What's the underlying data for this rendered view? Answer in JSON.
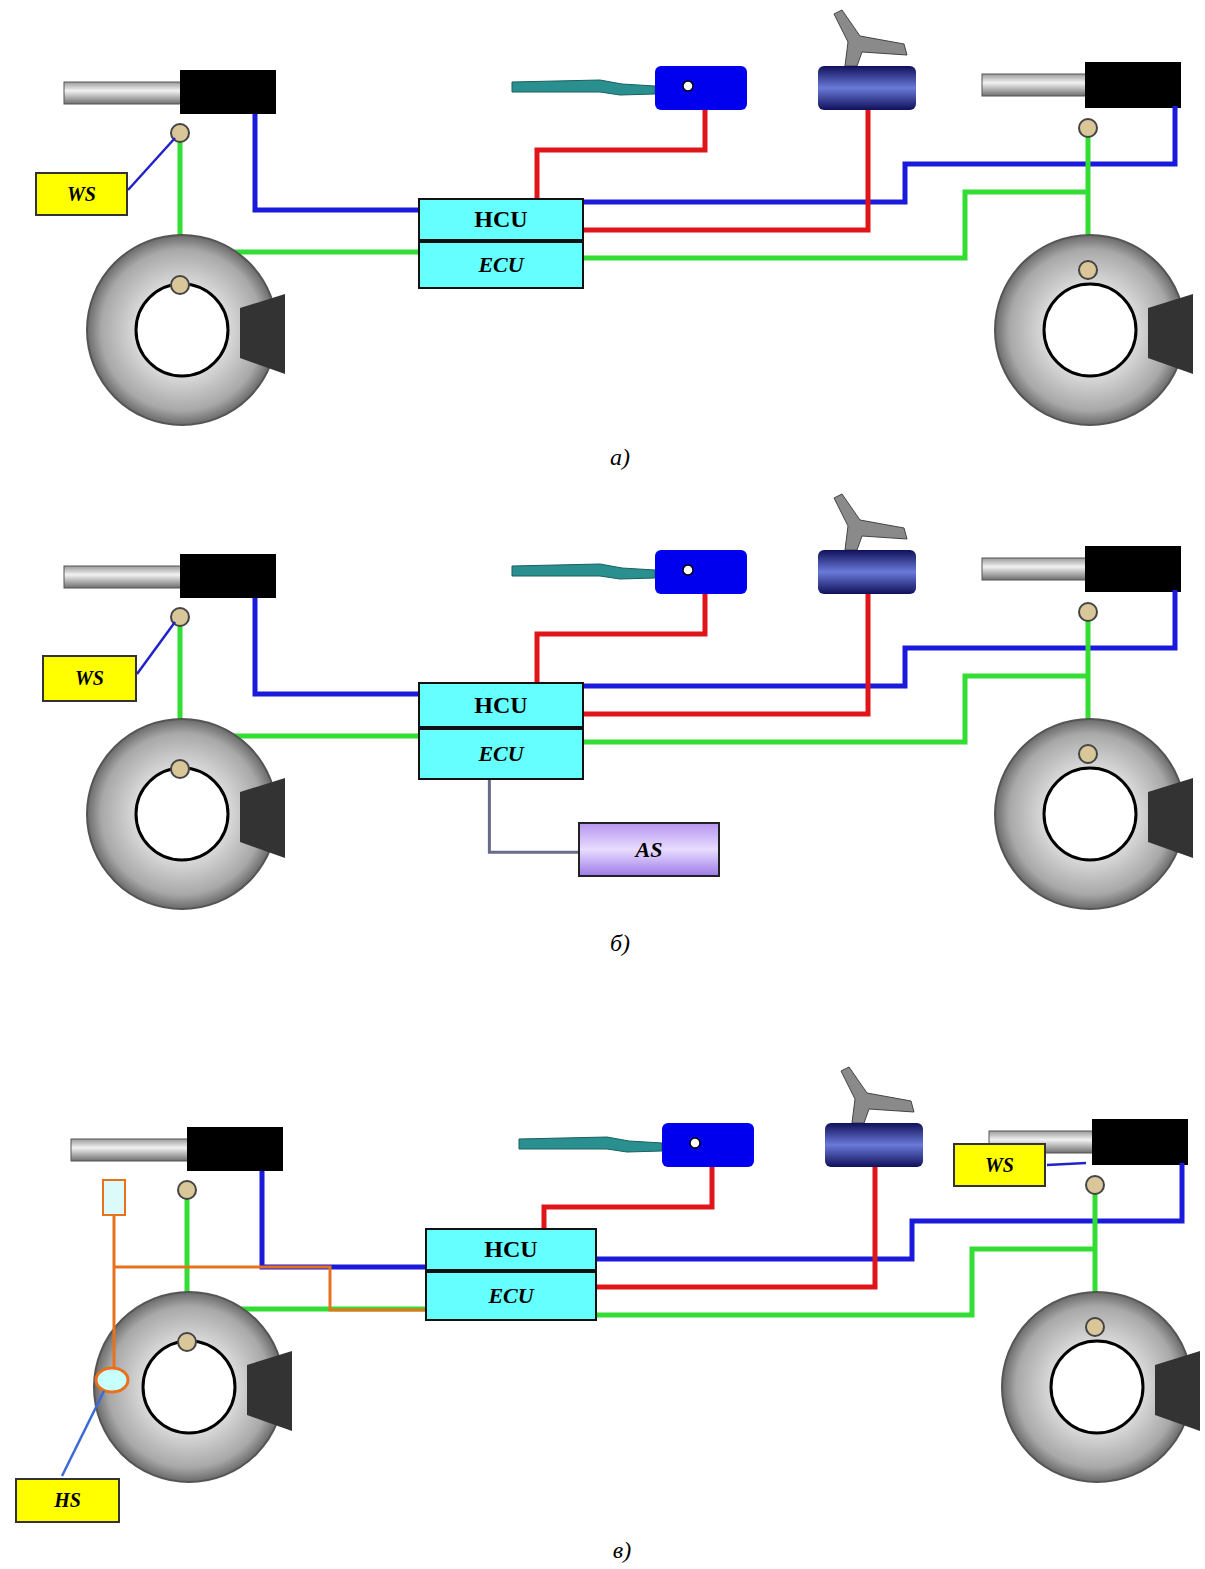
{
  "diagram": {
    "nodes": [
      {
        "text": [
          "HCU"
        ]
      },
      {
        "text": [
          "ECU"
        ]
      },
      {
        "text": [
          "WS"
        ]
      },
      {
        "text": [
          "HCU"
        ]
      },
      {
        "text": [
          "ECU"
        ]
      },
      {
        "text": [
          "WS"
        ]
      },
      {
        "text": [
          "AS"
        ]
      },
      {
        "text": [
          "HCU"
        ]
      },
      {
        "text": [
          "ECU"
        ]
      },
      {
        "text": [
          "WS"
        ]
      },
      {
        "text": [
          "HS"
        ]
      }
    ],
    "edges": [
      {
        "from": 4,
        "to": 6,
        "arrow": "none"
      }
    ],
    "labels": [
      "а)",
      "б)",
      "в)"
    ]
  }
}
